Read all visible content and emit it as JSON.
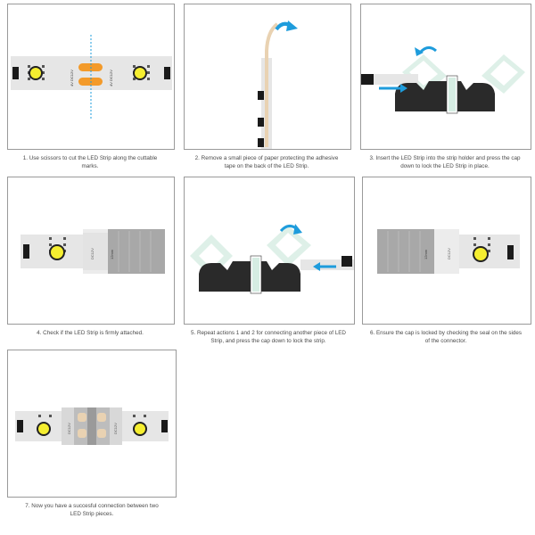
{
  "steps": [
    {
      "caption": "1. Use scissors to cut the LED Strip along the cuttable marks.",
      "strip_marking": "4V DC12V"
    },
    {
      "caption": "2. Remove a small piece of paper protecting the adhesive tape on the back of the LED Strip."
    },
    {
      "caption": "3. Insert the LED Strip into the strip holder and press the cap down to lock the LED Strip in place."
    },
    {
      "caption": "4. Check if the LED Strip is firmly attached.",
      "strip_marking": "DC12V",
      "seal_label": "12mm"
    },
    {
      "caption": "5. Repeat actions 1 and 2 for connecting another piece of LED Strip, and press the cap down to lock the strip."
    },
    {
      "caption": "6. Ensure the cap is locked by checking the seal on the sides of the connector.",
      "strip_marking": "DC12V",
      "seal_label": "12mm"
    },
    {
      "caption": "7. Now you have a succesful connection between two LED Strip pieces.",
      "strip_marking": "DC12V"
    }
  ],
  "colors": {
    "panel_border": "#9a9a9a",
    "strip": "#e6e6e6",
    "led": "#f5ee30",
    "solder_pad": "#f39a2a",
    "arrow": "#1e9cdc",
    "cap_ghost": "#d6ede3",
    "holder": "#2a2a2a",
    "adhesive": "#e9d2b2"
  }
}
